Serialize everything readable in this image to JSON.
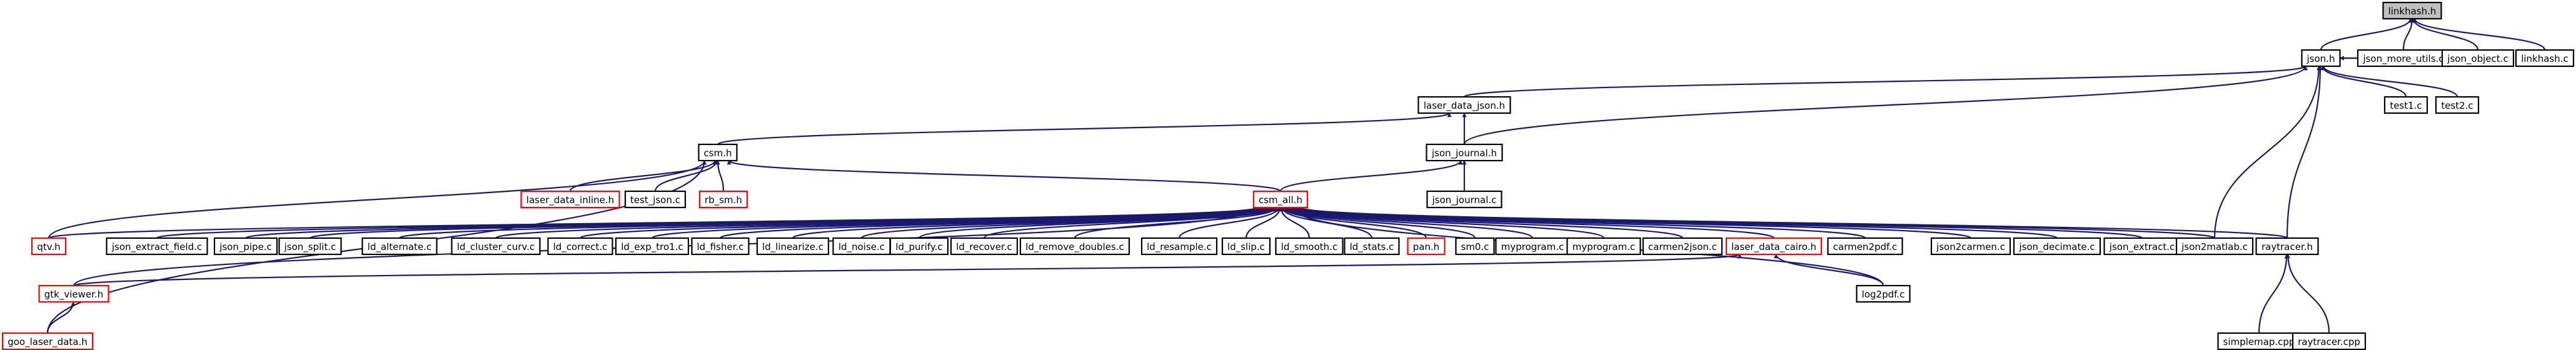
{
  "colors": {
    "edge": "#191970",
    "border_default": "#000000",
    "border_incomplete": "#ff0000",
    "fill_default": "#ffffff",
    "fill_root": "#bfbfbf"
  },
  "nodes": [
    {
      "id": "linkhash_h",
      "label": "linkhash.h",
      "style": "root"
    },
    {
      "id": "json_h",
      "label": "json.h",
      "style": "default"
    },
    {
      "id": "json_more_utils_c",
      "label": "json_more_utils.c",
      "style": "default"
    },
    {
      "id": "json_object_c",
      "label": "json_object.c",
      "style": "default"
    },
    {
      "id": "linkhash_c",
      "label": "linkhash.c",
      "style": "default"
    },
    {
      "id": "laser_data_json_h",
      "label": "laser_data_json.h",
      "style": "default"
    },
    {
      "id": "test1_c",
      "label": "test1.c",
      "style": "default"
    },
    {
      "id": "test2_c",
      "label": "test2.c",
      "style": "default"
    },
    {
      "id": "csm_h",
      "label": "csm.h",
      "style": "default"
    },
    {
      "id": "json_journal_h",
      "label": "json_journal.h",
      "style": "default"
    },
    {
      "id": "laser_data_inline_h",
      "label": "laser_data_inline.h",
      "style": "incomplete"
    },
    {
      "id": "test_json_c",
      "label": "test_json.c",
      "style": "default"
    },
    {
      "id": "rb_sm_h",
      "label": "rb_sm.h",
      "style": "incomplete"
    },
    {
      "id": "json_journal_c",
      "label": "json_journal.c",
      "style": "default"
    },
    {
      "id": "csm_all_h",
      "label": "csm_all.h",
      "style": "incomplete"
    },
    {
      "id": "qtv_h",
      "label": "qtv.h",
      "style": "incomplete"
    },
    {
      "id": "json_extract_field_c",
      "label": "json_extract_field.c",
      "style": "default"
    },
    {
      "id": "json_pipe_c",
      "label": "json_pipe.c",
      "style": "default"
    },
    {
      "id": "json_split_c",
      "label": "json_split.c",
      "style": "default"
    },
    {
      "id": "ld_alternate_c",
      "label": "ld_alternate.c",
      "style": "default"
    },
    {
      "id": "ld_cluster_curv_c",
      "label": "ld_cluster_curv.c",
      "style": "default"
    },
    {
      "id": "ld_correct_c",
      "label": "ld_correct.c",
      "style": "default"
    },
    {
      "id": "ld_exp_tro1_c",
      "label": "ld_exp_tro1.c",
      "style": "default"
    },
    {
      "id": "ld_fisher_c",
      "label": "ld_fisher.c",
      "style": "default"
    },
    {
      "id": "ld_linearize_c",
      "label": "ld_linearize.c",
      "style": "default"
    },
    {
      "id": "ld_noise_c",
      "label": "ld_noise.c",
      "style": "default"
    },
    {
      "id": "ld_purify_c",
      "label": "ld_purify.c",
      "style": "default"
    },
    {
      "id": "ld_recover_c",
      "label": "ld_recover.c",
      "style": "default"
    },
    {
      "id": "ld_remove_doubles_c",
      "label": "ld_remove_doubles.c",
      "style": "default"
    },
    {
      "id": "ld_resample_c",
      "label": "ld_resample.c",
      "style": "default"
    },
    {
      "id": "ld_slip_c",
      "label": "ld_slip.c",
      "style": "default"
    },
    {
      "id": "ld_smooth_c",
      "label": "ld_smooth.c",
      "style": "default"
    },
    {
      "id": "ld_stats_c",
      "label": "ld_stats.c",
      "style": "default"
    },
    {
      "id": "pan_h",
      "label": "pan.h",
      "style": "incomplete"
    },
    {
      "id": "sm0_c",
      "label": "sm0.c",
      "style": "default"
    },
    {
      "id": "myprogram_c_1",
      "label": "myprogram.c",
      "style": "default"
    },
    {
      "id": "myprogram_c_2",
      "label": "myprogram.c",
      "style": "default"
    },
    {
      "id": "carmen2json_c",
      "label": "carmen2json.c",
      "style": "default"
    },
    {
      "id": "laser_data_cairo_h",
      "label": "laser_data_cairo.h",
      "style": "incomplete"
    },
    {
      "id": "carmen2pdf_c",
      "label": "carmen2pdf.c",
      "style": "default"
    },
    {
      "id": "json2carmen_c",
      "label": "json2carmen.c",
      "style": "default"
    },
    {
      "id": "json_decimate_c",
      "label": "json_decimate.c",
      "style": "default"
    },
    {
      "id": "json_extract_c",
      "label": "json_extract.c",
      "style": "default"
    },
    {
      "id": "json2matlab_c",
      "label": "json2matlab.c",
      "style": "default"
    },
    {
      "id": "raytracer_h",
      "label": "raytracer.h",
      "style": "default"
    },
    {
      "id": "gtk_viewer_h",
      "label": "gtk_viewer.h",
      "style": "incomplete"
    },
    {
      "id": "log2pdf_c",
      "label": "log2pdf.c",
      "style": "default"
    },
    {
      "id": "simplemap_cpp",
      "label": "simplemap.cpp",
      "style": "default"
    },
    {
      "id": "raytracer_cpp",
      "label": "raytracer.cpp",
      "style": "default"
    },
    {
      "id": "goo_laser_data_h",
      "label": "goo_laser_data.h",
      "style": "incomplete"
    }
  ],
  "edges": [
    [
      "json_h",
      "linkhash_h"
    ],
    [
      "json_more_utils_c",
      "linkhash_h"
    ],
    [
      "json_object_c",
      "linkhash_h"
    ],
    [
      "linkhash_c",
      "linkhash_h"
    ],
    [
      "laser_data_json_h",
      "json_h"
    ],
    [
      "json_more_utils_c",
      "json_h"
    ],
    [
      "json_object_c",
      "json_h"
    ],
    [
      "test1_c",
      "json_h"
    ],
    [
      "test2_c",
      "json_h"
    ],
    [
      "json_journal_h",
      "json_h"
    ],
    [
      "json2matlab_c",
      "json_h"
    ],
    [
      "raytracer_h",
      "json_h"
    ],
    [
      "csm_h",
      "laser_data_json_h"
    ],
    [
      "json_journal_h",
      "laser_data_json_h"
    ],
    [
      "laser_data_inline_h",
      "csm_h"
    ],
    [
      "test_json_c",
      "csm_h"
    ],
    [
      "rb_sm_h",
      "csm_h"
    ],
    [
      "csm_all_h",
      "csm_h"
    ],
    [
      "qtv_h",
      "csm_h"
    ],
    [
      "goo_laser_data_h",
      "csm_h"
    ],
    [
      "json_journal_c",
      "json_journal_h"
    ],
    [
      "csm_all_h",
      "json_journal_h"
    ],
    [
      "qtv_h",
      "csm_all_h"
    ],
    [
      "json_extract_field_c",
      "csm_all_h"
    ],
    [
      "json_pipe_c",
      "csm_all_h"
    ],
    [
      "json_split_c",
      "csm_all_h"
    ],
    [
      "ld_alternate_c",
      "csm_all_h"
    ],
    [
      "ld_cluster_curv_c",
      "csm_all_h"
    ],
    [
      "ld_correct_c",
      "csm_all_h"
    ],
    [
      "ld_exp_tro1_c",
      "csm_all_h"
    ],
    [
      "ld_fisher_c",
      "csm_all_h"
    ],
    [
      "ld_linearize_c",
      "csm_all_h"
    ],
    [
      "ld_noise_c",
      "csm_all_h"
    ],
    [
      "ld_purify_c",
      "csm_all_h"
    ],
    [
      "ld_recover_c",
      "csm_all_h"
    ],
    [
      "ld_remove_doubles_c",
      "csm_all_h"
    ],
    [
      "ld_resample_c",
      "csm_all_h"
    ],
    [
      "ld_slip_c",
      "csm_all_h"
    ],
    [
      "ld_smooth_c",
      "csm_all_h"
    ],
    [
      "ld_stats_c",
      "csm_all_h"
    ],
    [
      "pan_h",
      "csm_all_h"
    ],
    [
      "sm0_c",
      "csm_all_h"
    ],
    [
      "myprogram_c_1",
      "csm_all_h"
    ],
    [
      "myprogram_c_2",
      "csm_all_h"
    ],
    [
      "carmen2json_c",
      "csm_all_h"
    ],
    [
      "laser_data_cairo_h",
      "csm_all_h"
    ],
    [
      "carmen2pdf_c",
      "csm_all_h"
    ],
    [
      "log2pdf_c",
      "csm_all_h"
    ],
    [
      "json2carmen_c",
      "csm_all_h"
    ],
    [
      "json_decimate_c",
      "csm_all_h"
    ],
    [
      "json_extract_c",
      "csm_all_h"
    ],
    [
      "json2matlab_c",
      "csm_all_h"
    ],
    [
      "raytracer_h",
      "csm_all_h"
    ],
    [
      "gtk_viewer_h",
      "csm_all_h"
    ],
    [
      "gtk_viewer_h",
      "laser_data_cairo_h"
    ],
    [
      "log2pdf_c",
      "laser_data_cairo_h"
    ],
    [
      "goo_laser_data_h",
      "gtk_viewer_h"
    ],
    [
      "simplemap_cpp",
      "raytracer_h"
    ],
    [
      "raytracer_cpp",
      "raytracer_h"
    ]
  ]
}
